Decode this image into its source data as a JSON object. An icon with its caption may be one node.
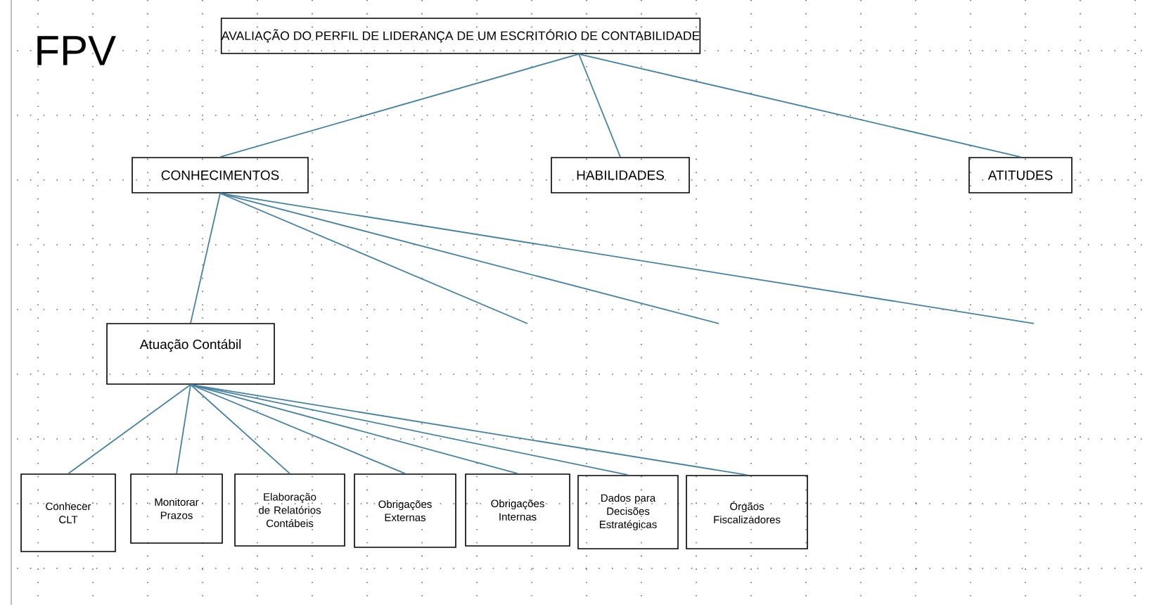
{
  "diagram": {
    "nodes": [
      {
        "text": [
          "AVALIAÇÃO DO PERFIL DE LIDERANÇA DE UM ESCRITÓRIO DE CONTABILIDADE"
        ]
      },
      {
        "text": [
          "CONHECIMENTOS"
        ]
      },
      {
        "text": [
          "HABILIDADES"
        ]
      },
      {
        "text": [
          "ATITUDES"
        ]
      },
      {
        "text": [
          "Atuação Contábil"
        ]
      },
      {
        "text": [
          "Conhecer CLT"
        ]
      },
      {
        "text": [
          "Monitorar Prazos"
        ]
      },
      {
        "text": [
          "Elaboração de Relatórios Contábeis"
        ]
      },
      {
        "text": [
          "Obrigações Externas"
        ]
      },
      {
        "text": [
          "Obrigações Internas"
        ]
      },
      {
        "text": [
          "Dados para Decisões Estratégicas"
        ]
      },
      {
        "text": [
          "Órgãos Fiscalizadores"
        ]
      }
    ],
    "edges": [
      {
        "from": 0,
        "to": 1,
        "arrow": "none"
      },
      {
        "from": 0,
        "to": 2,
        "arrow": "none"
      },
      {
        "from": 0,
        "to": 3,
        "arrow": "none"
      },
      {
        "from": 1,
        "to": 4,
        "arrow": "none"
      },
      {
        "from": 1,
        "to": null,
        "arrow": "none"
      },
      {
        "from": 1,
        "to": null,
        "arrow": "none"
      },
      {
        "from": 1,
        "to": null,
        "arrow": "none"
      },
      {
        "from": 4,
        "to": 5,
        "arrow": "none"
      },
      {
        "from": 4,
        "to": 6,
        "arrow": "none"
      },
      {
        "from": 4,
        "to": 7,
        "arrow": "none"
      },
      {
        "from": 4,
        "to": 8,
        "arrow": "none"
      },
      {
        "from": 4,
        "to": 9,
        "arrow": "none"
      },
      {
        "from": 4,
        "to": 10,
        "arrow": "none"
      },
      {
        "from": 4,
        "to": 11,
        "arrow": "none"
      }
    ],
    "labels": [
      "FPV"
    ]
  }
}
